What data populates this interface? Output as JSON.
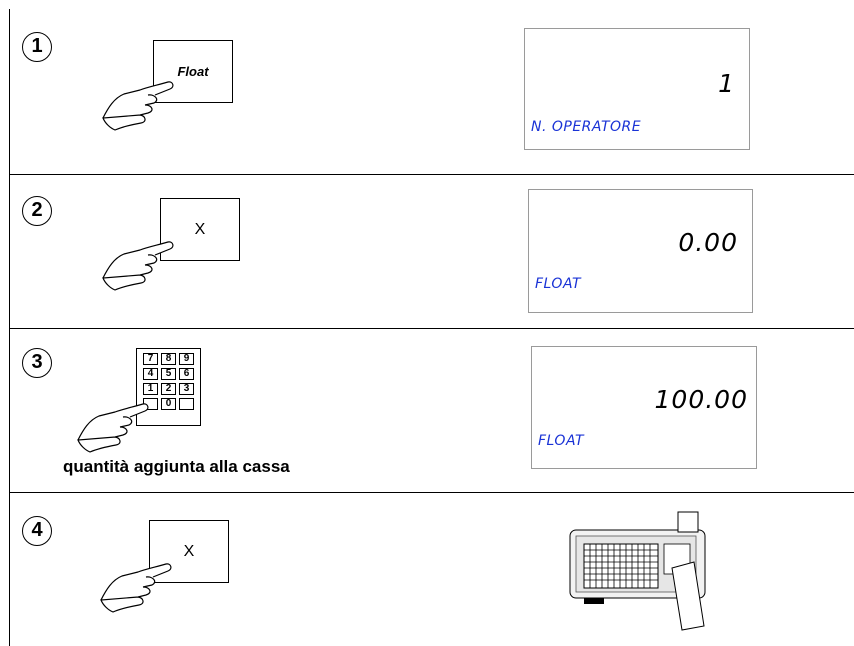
{
  "steps": [
    {
      "number": "1",
      "key_label": "Float",
      "display": {
        "value": "1",
        "label": "N. OPERATORE"
      }
    },
    {
      "number": "2",
      "key_label": "X",
      "display": {
        "value": "0.00",
        "label": "FLOAT"
      }
    },
    {
      "number": "3",
      "keypad": [
        [
          "7",
          "8",
          "9"
        ],
        [
          "4",
          "5",
          "6"
        ],
        [
          "1",
          "2",
          "3"
        ],
        [
          "",
          "0",
          ""
        ]
      ],
      "caption": "quantità aggiunta alla cassa",
      "display": {
        "value": "100.00",
        "label": "FLOAT"
      }
    },
    {
      "number": "4",
      "key_label": "X"
    }
  ],
  "colors": {
    "lcd_label": "#1a33d6",
    "lcd_border": "#9a9a9a"
  },
  "icons": {
    "hand": "pointing-hand-icon",
    "printer": "scale-printer-icon"
  }
}
